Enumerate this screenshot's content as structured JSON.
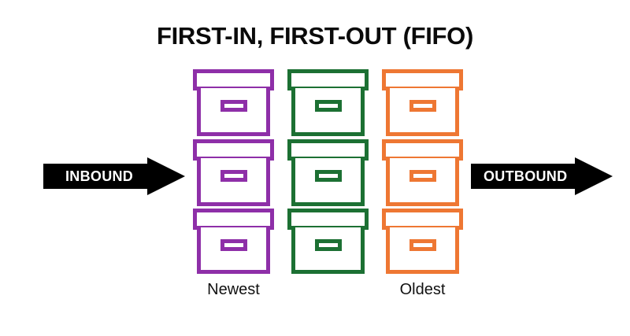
{
  "diagram": {
    "title": "FIRST-IN, FIRST-OUT (FIFO)",
    "background_color": "#ffffff",
    "title_color": "#0a0a0a"
  },
  "flow": {
    "inbound": {
      "label": "INBOUND",
      "direction": "right",
      "fill_color": "#000000",
      "text_color": "#ffffff",
      "icon": "arrow-right-icon"
    },
    "outbound": {
      "label": "OUTBOUND",
      "direction": "right",
      "fill_color": "#000000",
      "text_color": "#ffffff",
      "icon": "arrow-right-icon"
    }
  },
  "stacks": [
    {
      "id": "newest-stack",
      "caption": "Newest",
      "color": "#8E2FA8",
      "boxes": [
        {
          "icon": "storage-box-icon"
        },
        {
          "icon": "storage-box-icon"
        },
        {
          "icon": "storage-box-icon"
        }
      ]
    },
    {
      "id": "middle-stack",
      "caption": "",
      "color": "#1C7033",
      "boxes": [
        {
          "icon": "storage-box-icon"
        },
        {
          "icon": "storage-box-icon"
        },
        {
          "icon": "storage-box-icon"
        }
      ]
    },
    {
      "id": "oldest-stack",
      "caption": "Oldest",
      "color": "#EE7733",
      "boxes": [
        {
          "icon": "storage-box-icon"
        },
        {
          "icon": "storage-box-icon"
        },
        {
          "icon": "storage-box-icon"
        }
      ]
    }
  ]
}
